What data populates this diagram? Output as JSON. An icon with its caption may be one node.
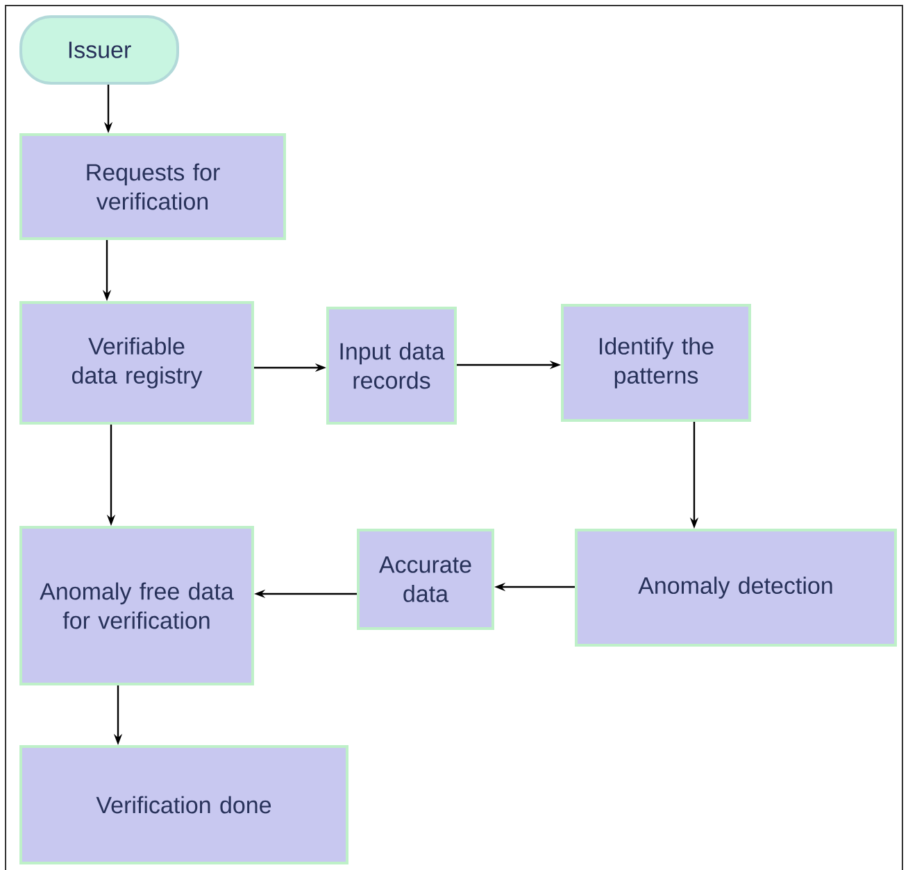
{
  "diagram": {
    "nodes": [
      {
        "text": [
          "Issuer"
        ]
      },
      {
        "text": [
          "Requests for verification"
        ]
      },
      {
        "text": [
          "Verifiable data registry"
        ]
      },
      {
        "text": [
          "Input data records"
        ]
      },
      {
        "text": [
          "Identify the patterns"
        ]
      },
      {
        "text": [
          "Anomaly detection"
        ]
      },
      {
        "text": [
          "Accurate data"
        ]
      },
      {
        "text": [
          "Anomaly free data for verification"
        ]
      },
      {
        "text": [
          "Verification done"
        ]
      }
    ],
    "edges": [
      {
        "from": 0,
        "to": 1,
        "arrow": "to"
      },
      {
        "from": 1,
        "to": 2,
        "arrow": "to"
      },
      {
        "from": 2,
        "to": 3,
        "arrow": "to"
      },
      {
        "from": 3,
        "to": 4,
        "arrow": "to"
      },
      {
        "from": 4,
        "to": 5,
        "arrow": "to"
      },
      {
        "from": 5,
        "to": 6,
        "arrow": "to"
      },
      {
        "from": 6,
        "to": 7,
        "arrow": "to"
      },
      {
        "from": 2,
        "to": 7,
        "arrow": "to"
      },
      {
        "from": 7,
        "to": 8,
        "arrow": "to"
      }
    ]
  }
}
